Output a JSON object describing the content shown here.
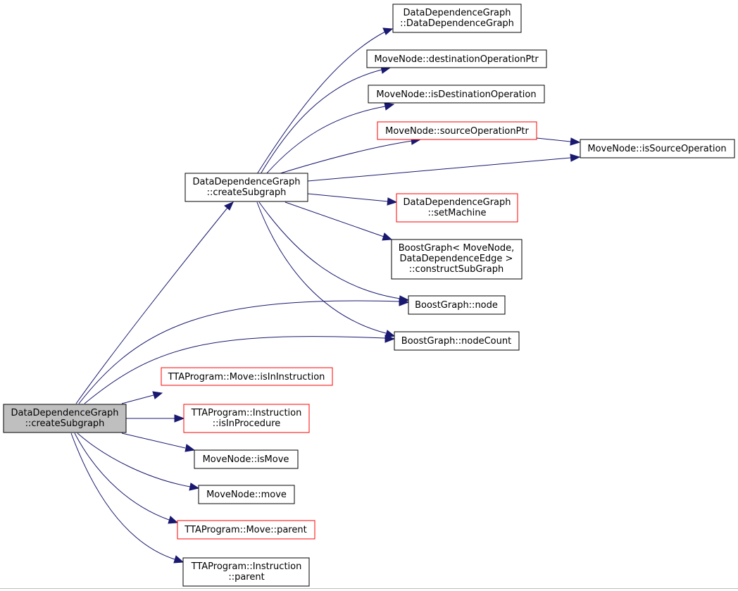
{
  "colors": {
    "edge": "#191970",
    "border_documented": "#000000",
    "border_undocumented": "#ff0000",
    "root_fill": "#bfbfbf",
    "node_fill": "#ffffff"
  },
  "nodes": {
    "root": [
      "DataDependenceGraph",
      "::createSubgraph"
    ],
    "mid": [
      "DataDependenceGraph",
      "::createSubgraph"
    ],
    "ddg_ctor": [
      "DataDependenceGraph",
      "::DataDependenceGraph"
    ],
    "mn_destOpPtr": [
      "MoveNode::destinationOperationPtr"
    ],
    "mn_isDestOp": [
      "MoveNode::isDestinationOperation"
    ],
    "mn_srcOpPtr": [
      "MoveNode::sourceOperationPtr"
    ],
    "mn_isSrcOp": [
      "MoveNode::isSourceOperation"
    ],
    "ddg_setMachine": [
      "DataDependenceGraph",
      "::setMachine"
    ],
    "bg_constructSubGraph": [
      "BoostGraph< MoveNode,",
      "DataDependenceEdge >",
      "::constructSubGraph"
    ],
    "bg_node": [
      "BoostGraph::node"
    ],
    "bg_nodeCount": [
      "BoostGraph::nodeCount"
    ],
    "tta_move_isInInstruction": [
      "TTAProgram::Move::isInInstruction"
    ],
    "tta_instr_isInProcedure": [
      "TTAProgram::Instruction",
      "::isInProcedure"
    ],
    "mn_isMove": [
      "MoveNode::isMove"
    ],
    "mn_move": [
      "MoveNode::move"
    ],
    "tta_move_parent": [
      "TTAProgram::Move::parent"
    ],
    "tta_instr_parent": [
      "TTAProgram::Instruction",
      "::parent"
    ]
  }
}
